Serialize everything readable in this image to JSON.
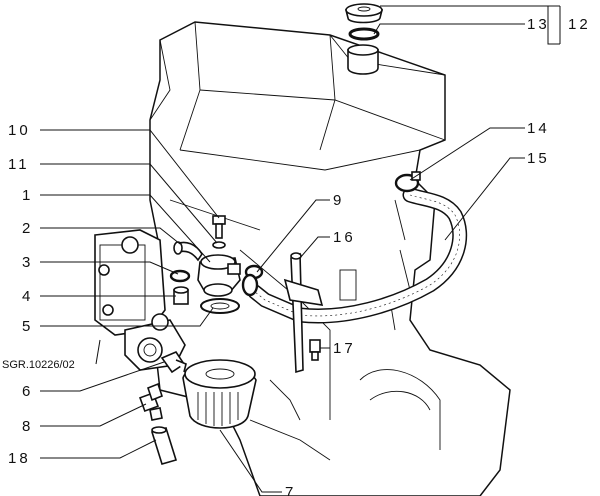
{
  "diagram": {
    "reference_code": "SGR.10226/02",
    "callouts": [
      "1",
      "2",
      "3",
      "4",
      "5",
      "6",
      "7",
      "8",
      "9",
      "10",
      "11",
      "12",
      "13",
      "14",
      "15",
      "16",
      "17",
      "18"
    ]
  }
}
